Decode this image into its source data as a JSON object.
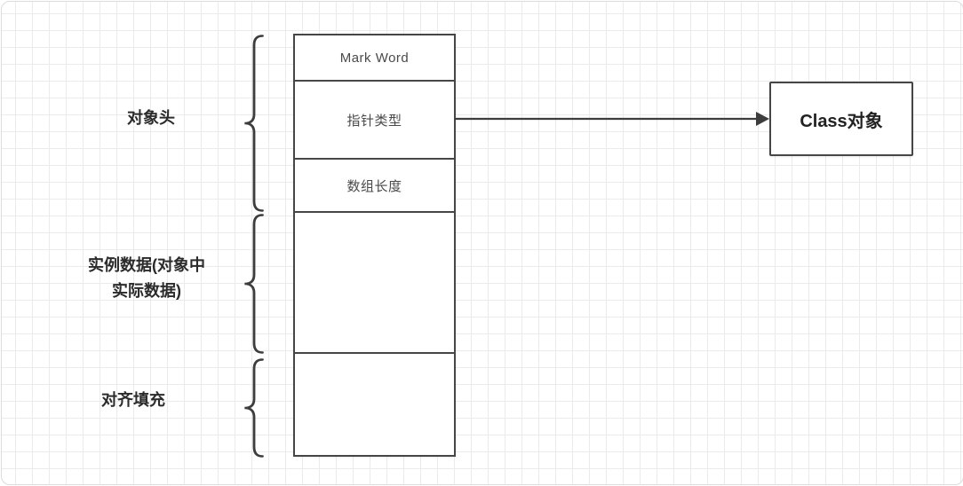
{
  "diagram": {
    "stack": {
      "cells": [
        {
          "name": "mark-word",
          "label": "Mark Word"
        },
        {
          "name": "pointer-type",
          "label": "指针类型"
        },
        {
          "name": "array-length",
          "label": "数组长度"
        },
        {
          "name": "instance-data",
          "label": ""
        },
        {
          "name": "padding",
          "label": ""
        }
      ]
    },
    "groups": [
      {
        "name": "object-header",
        "lines": [
          "对象头"
        ]
      },
      {
        "name": "instance-data",
        "lines": [
          "实例数据(对象中",
          "实际数据)"
        ]
      },
      {
        "name": "alignment-padding",
        "lines": [
          "对齐填充"
        ]
      }
    ],
    "class_box": {
      "label": "Class对象"
    },
    "colors": {
      "stroke": "#464646",
      "grid": "#ebebeb",
      "label_text": "#2b2b2b",
      "cell_text": "#4a4a4a"
    }
  }
}
